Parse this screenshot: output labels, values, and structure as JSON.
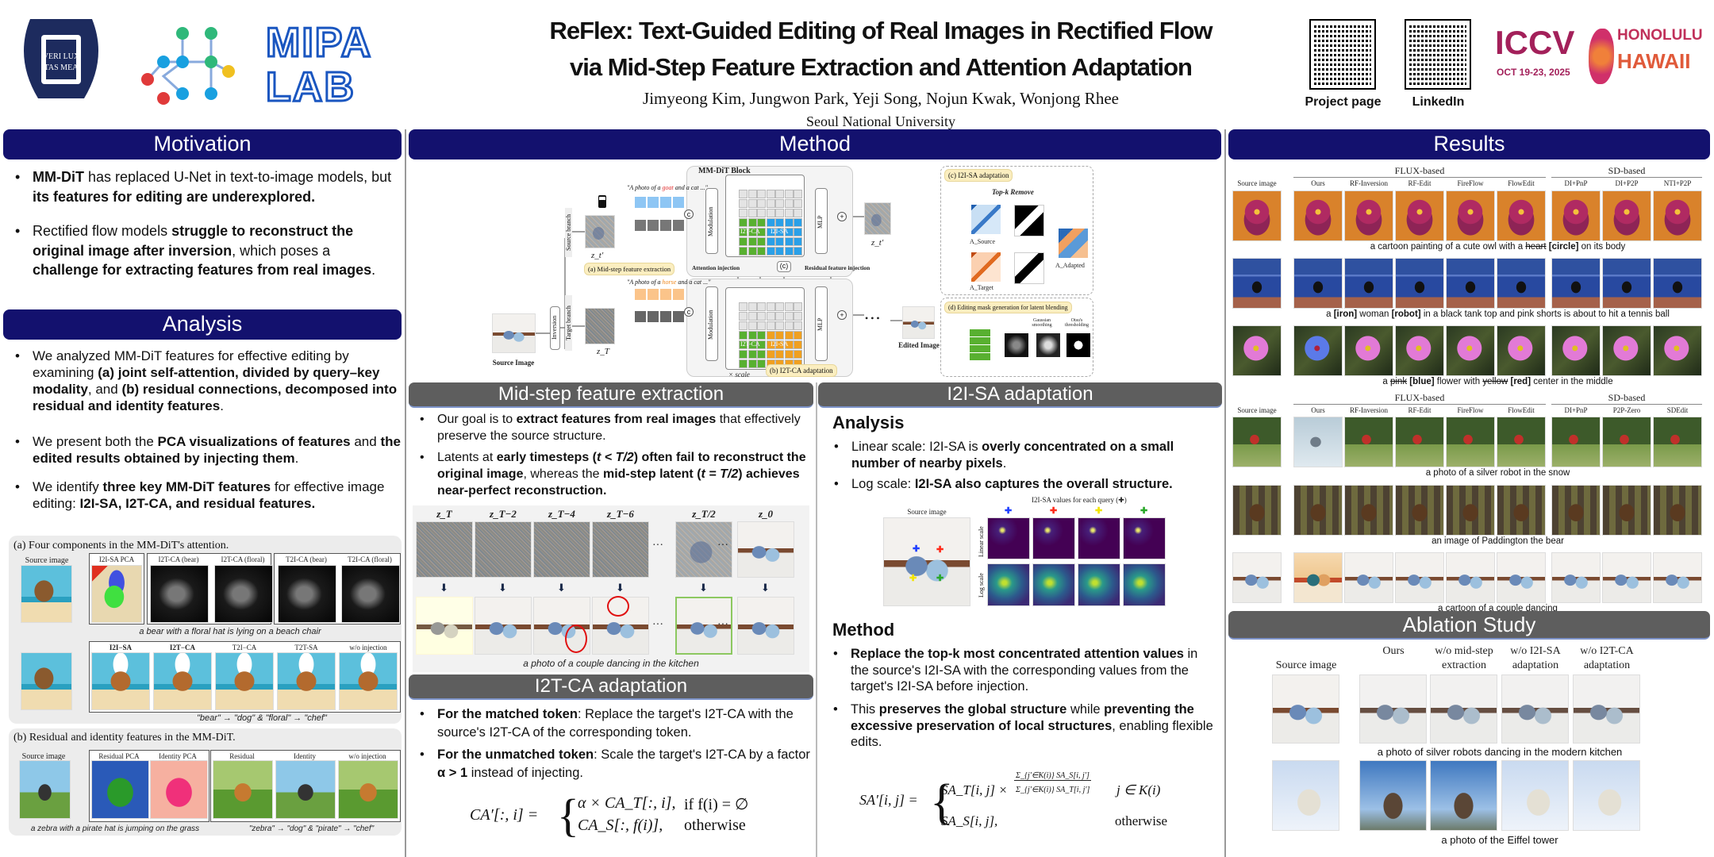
{
  "header": {
    "title_line1": "ReFlex: Text-Guided Editing of Real Images in Rectified Flow",
    "title_line2": "via Mid-Step Feature Extraction and Attention Adaptation",
    "authors": "Jimyeong Kim, Jungwon Park, Yeji Song, Nojun Kwak, Wonjong Rhee",
    "affiliation": "Seoul National University",
    "univ_logo_text": "VERI LUX TAS MEA",
    "lab_logo_text": "MIPA LAB",
    "qr_project_label": "Project page",
    "qr_linkedin_label": "LinkedIn",
    "conference_logo": {
      "name": "ICCV",
      "city": "HONOLULU",
      "state": "HAWAII",
      "dates": "OCT 19-23, 2025"
    }
  },
  "colors": {
    "banner": "#13116e",
    "subbanner": "#5e5e5e",
    "iccv": "#a3205a"
  },
  "motivation": {
    "title": "Motivation",
    "bullets": [
      [
        {
          "t": "MM-DiT",
          "b": 1
        },
        {
          "t": " has replaced U-Net in text-to-image models, but "
        },
        {
          "t": "its features for editing are underexplored.",
          "b": 1
        }
      ],
      [
        {
          "t": "Rectified flow models "
        },
        {
          "t": "struggle to reconstruct the original image after inversion",
          "b": 1
        },
        {
          "t": ", which poses a "
        },
        {
          "t": "challenge for extracting features from real images",
          "b": 1
        },
        {
          "t": "."
        }
      ]
    ]
  },
  "analysis": {
    "title": "Analysis",
    "bullets": [
      [
        {
          "t": "We analyzed MM-DiT features for effective editing by examining "
        },
        {
          "t": "(a) joint self-attention, divided by query–key modality",
          "b": 1
        },
        {
          "t": ", and "
        },
        {
          "t": "(b) residual connections, decomposed into residual and identity features",
          "b": 1
        },
        {
          "t": "."
        }
      ],
      [
        {
          "t": "We present both the "
        },
        {
          "t": "PCA visualizations of features",
          "b": 1
        },
        {
          "t": " and "
        },
        {
          "t": "the edited results obtained by injecting them",
          "b": 1
        },
        {
          "t": "."
        }
      ],
      [
        {
          "t": "We identify "
        },
        {
          "t": "three key MM-DiT features",
          "b": 1
        },
        {
          "t": " for effective image editing: "
        },
        {
          "t": "I2I-SA, I2T-CA, and residual features.",
          "b": 1
        }
      ]
    ],
    "figure_a": {
      "title": "(a) Four components in the MM-DiT's attention.",
      "source_label": "Source image",
      "pca_label": "I2I-SA PCA",
      "ca_labels": [
        "I2T-CA (bear)",
        "I2T-CA (floral)",
        "T2I-CA (bear)",
        "T2I-CA (floral)"
      ],
      "caption1": "a bear with a floral hat is lying on a beach chair",
      "result_labels": [
        "I2I−SA",
        "I2T−CA",
        "T2I−CA",
        "T2T-SA",
        "w/o injection"
      ],
      "edit_caption": "\"bear\" → \"dog\"   &   \"floral\" → \"chef\""
    },
    "figure_b": {
      "title": "(b) Residual and identity features in the MM-DiT.",
      "source_label": "Source image",
      "pca_labels": [
        "Residual PCA",
        "Identity PCA"
      ],
      "result_labels": [
        "Residual",
        "Identity",
        "w/o injection"
      ],
      "caption1": "a zebra with a pirate hat is jumping on the grass",
      "edit_caption": "\"zebra\" → \"dog\"   &   \"pirate\" → \"chef\""
    }
  },
  "method": {
    "title": "Method",
    "diagram": {
      "block_title": "MM-DiT Block",
      "source_branch": "Source branch",
      "target_branch": "Target branch",
      "inversion": "Inversion",
      "source_image": "Source Image",
      "edited_image": "Edited Image",
      "source_prompt_pre": "\"A photo of a ",
      "source_word": "goat",
      "prompt_post": " and a cat ...\"",
      "target_prompt_pre": "\"A photo of a ",
      "target_word": "horse",
      "modulation": "Modulation",
      "mlp": "MLP",
      "i2t_ca": "I2T-CA",
      "i2i_sa": "I2I-SA",
      "z_mid": "z_t'",
      "z_T": "z_T",
      "label_a": "(a) Mid-step feature extraction",
      "label_b": "(b) I2T-CA adaptation",
      "label_c": "(c) I2I-SA adaptation",
      "label_c_short": "(c)",
      "label_d": "(d) Editing mask generation for latent blending",
      "attention_injection": "Attention injection",
      "residual_injection": "Residual feature injection",
      "scale": "× scale",
      "topk": "Top-k Remove",
      "a_source": "A_Source",
      "a_target": "A_Target",
      "a_adapted": "A_Adapted",
      "gaussian": "Gaussian smoothing",
      "otsu": "Otsu's thresholding",
      "dots": "• • •"
    }
  },
  "midstep": {
    "title": "Mid-step feature extraction",
    "bullets": [
      [
        {
          "t": "Our goal is to "
        },
        {
          "t": "extract features from real images",
          "b": 1
        },
        {
          "t": " that effectively preserve the source structure."
        }
      ],
      [
        {
          "t": "Latents at "
        },
        {
          "t": "early timesteps (",
          "b": 1
        },
        {
          "t": "t < T/2",
          "b": 1,
          "i": 1
        },
        {
          "t": ") often fail to reconstruct the original image",
          "b": 1
        },
        {
          "t": ", whereas the "
        },
        {
          "t": "mid-step latent (",
          "b": 1
        },
        {
          "t": "t = T/2",
          "b": 1,
          "i": 1
        },
        {
          "t": ") achieves near-perfect reconstruction.",
          "b": 1
        }
      ]
    ],
    "latent_labels": [
      "z_T",
      "z_T−2",
      "z_T−4",
      "z_T−6",
      "z_T/2",
      "z_0"
    ],
    "ellipsis": "···",
    "caption": "a photo of a couple dancing in the kitchen"
  },
  "i2tca": {
    "title": "I2T-CA adaptation",
    "bullets": [
      [
        {
          "t": "For the matched token",
          "b": 1
        },
        {
          "t": ": Replace the target's I2T-CA with the source's I2T-CA of the corresponding token."
        }
      ],
      [
        {
          "t": "For the unmatched token",
          "b": 1
        },
        {
          "t": ": Scale the target's I2T-CA by a factor "
        },
        {
          "t": "α > 1",
          "b": 1
        },
        {
          "t": " instead of injecting."
        }
      ]
    ],
    "formula": {
      "lhs": "CA′[:, i] =",
      "case1": "α × CA_T[:, i],",
      "cond1": "if f(i) = ∅",
      "case2": "CA_S[:, f(i)],",
      "cond2": "otherwise"
    }
  },
  "i2isa": {
    "title": "I2I-SA adaptation",
    "analysis_heading": "Analysis",
    "analysis_bullets": [
      [
        {
          "t": "Linear scale: I2I-SA is "
        },
        {
          "t": "overly concentrated on a small number of nearby pixels",
          "b": 1
        },
        {
          "t": "."
        }
      ],
      [
        {
          "t": "Log scale: "
        },
        {
          "t": "I2I-SA also captures the overall structure.",
          "b": 1
        }
      ]
    ],
    "figure": {
      "source_label": "Source image",
      "header": "I2I-SA values for each query (✚)",
      "row_labels": [
        "Linear scale",
        "Log scale"
      ],
      "markers": [
        "✚",
        "✚",
        "✚",
        "✚"
      ],
      "marker_colors": [
        "#1f3fff",
        "#ff2a1a",
        "#f2e500",
        "#2aa82a"
      ]
    },
    "method_heading": "Method",
    "method_bullets": [
      [
        {
          "t": "Replace the top-k most concentrated attention values",
          "b": 1
        },
        {
          "t": " in the source's I2I-SA with the corresponding values from the target's I2I-SA before injection."
        }
      ],
      [
        {
          "t": "This "
        },
        {
          "t": "preserves the global structure",
          "b": 1
        },
        {
          "t": " while "
        },
        {
          "t": "preventing the excessive preservation of local structures",
          "b": 1
        },
        {
          "t": ", enabling flexible edits."
        }
      ]
    ],
    "formula": {
      "lhs": "SA′[i, j] =",
      "case1": "SA_T[i, j] ×",
      "num": "Σ_{j′∈K(i)} SA_S[i, j′]",
      "den": "Σ_{j′∈K(i)} SA_T[i, j′]",
      "cond1": "j ∈ K(i)",
      "case2": "SA_S[i, j],",
      "cond2": "otherwise"
    }
  },
  "results": {
    "title": "Results",
    "group_flux": "FLUX-based",
    "group_sd": "SD-based",
    "source_label": "Source image",
    "columns_1": [
      "Ours",
      "RF-Inversion",
      "RF-Edit",
      "FireFlow",
      "FlowEdit",
      "DI+PnP",
      "DI+P2P",
      "NTI+P2P"
    ],
    "columns_2": [
      "Ours",
      "RF-Inversion",
      "RF-Edit",
      "FireFlow",
      "FlowEdit",
      "DI+PnP",
      "P2P-Zero",
      "SDEdit"
    ],
    "captions": [
      [
        {
          "t": "a cartoon painting of a cute owl with a "
        },
        {
          "t": "heart",
          "s": 1
        },
        {
          "t": " "
        },
        {
          "t": "[circle]",
          "b": 1
        },
        {
          "t": " on its body"
        }
      ],
      [
        {
          "t": "a "
        },
        {
          "t": "[iron]",
          "b": 1
        },
        {
          "t": " woman "
        },
        {
          "t": "[robot]",
          "b": 1
        },
        {
          "t": " in a black tank top and pink shorts is about to hit a tennis ball"
        }
      ],
      [
        {
          "t": "a "
        },
        {
          "t": "pink",
          "s": 1
        },
        {
          "t": " "
        },
        {
          "t": "[blue]",
          "b": 1
        },
        {
          "t": " flower with "
        },
        {
          "t": "yellow",
          "s": 1
        },
        {
          "t": " "
        },
        {
          "t": "[red]",
          "b": 1
        },
        {
          "t": " center in the middle"
        }
      ],
      [
        {
          "t": "a photo of a silver robot in the snow"
        }
      ],
      [
        {
          "t": "an image of Paddington the bear"
        }
      ],
      [
        {
          "t": "a cartoon of a couple dancing"
        }
      ]
    ]
  },
  "ablation": {
    "title": "Ablation Study",
    "columns": [
      "Source image",
      "Ours",
      "w/o mid-step extraction",
      "w/o I2I-SA adaptation",
      "w/o I2T-CA adaptation"
    ],
    "captions": [
      "a photo of silver robots dancing in the modern kitchen",
      "a photo of the Eiffel tower"
    ]
  }
}
